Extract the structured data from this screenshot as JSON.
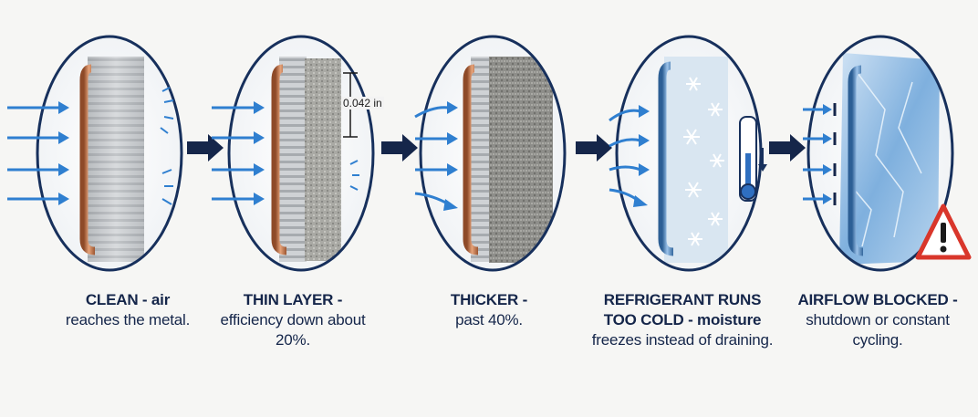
{
  "stages": [
    {
      "title": "CLEAN - air",
      "desc": "reaches the metal."
    },
    {
      "title": "THIN LAYER -",
      "desc": "efficiency down about 20%."
    },
    {
      "title": "THICKER -",
      "desc": "past 40%."
    },
    {
      "title": "REFRIGERANT RUNS TOO COLD - moisture",
      "desc": "freezes instead of draining."
    },
    {
      "title": "AIRFLOW BLOCKED -",
      "desc": "shutdown or constant cycling."
    }
  ],
  "measurement": "0.042 in",
  "colors": {
    "frame": "#17305c",
    "arrow": "#2f7fd0",
    "connector": "#15264a",
    "copper": "#c97a4e",
    "fin": "#b9bcc0",
    "dust": "#8a8a86",
    "frost": "#e8f1f8",
    "ice": "#8db9e0",
    "warning": "#d9362b"
  }
}
